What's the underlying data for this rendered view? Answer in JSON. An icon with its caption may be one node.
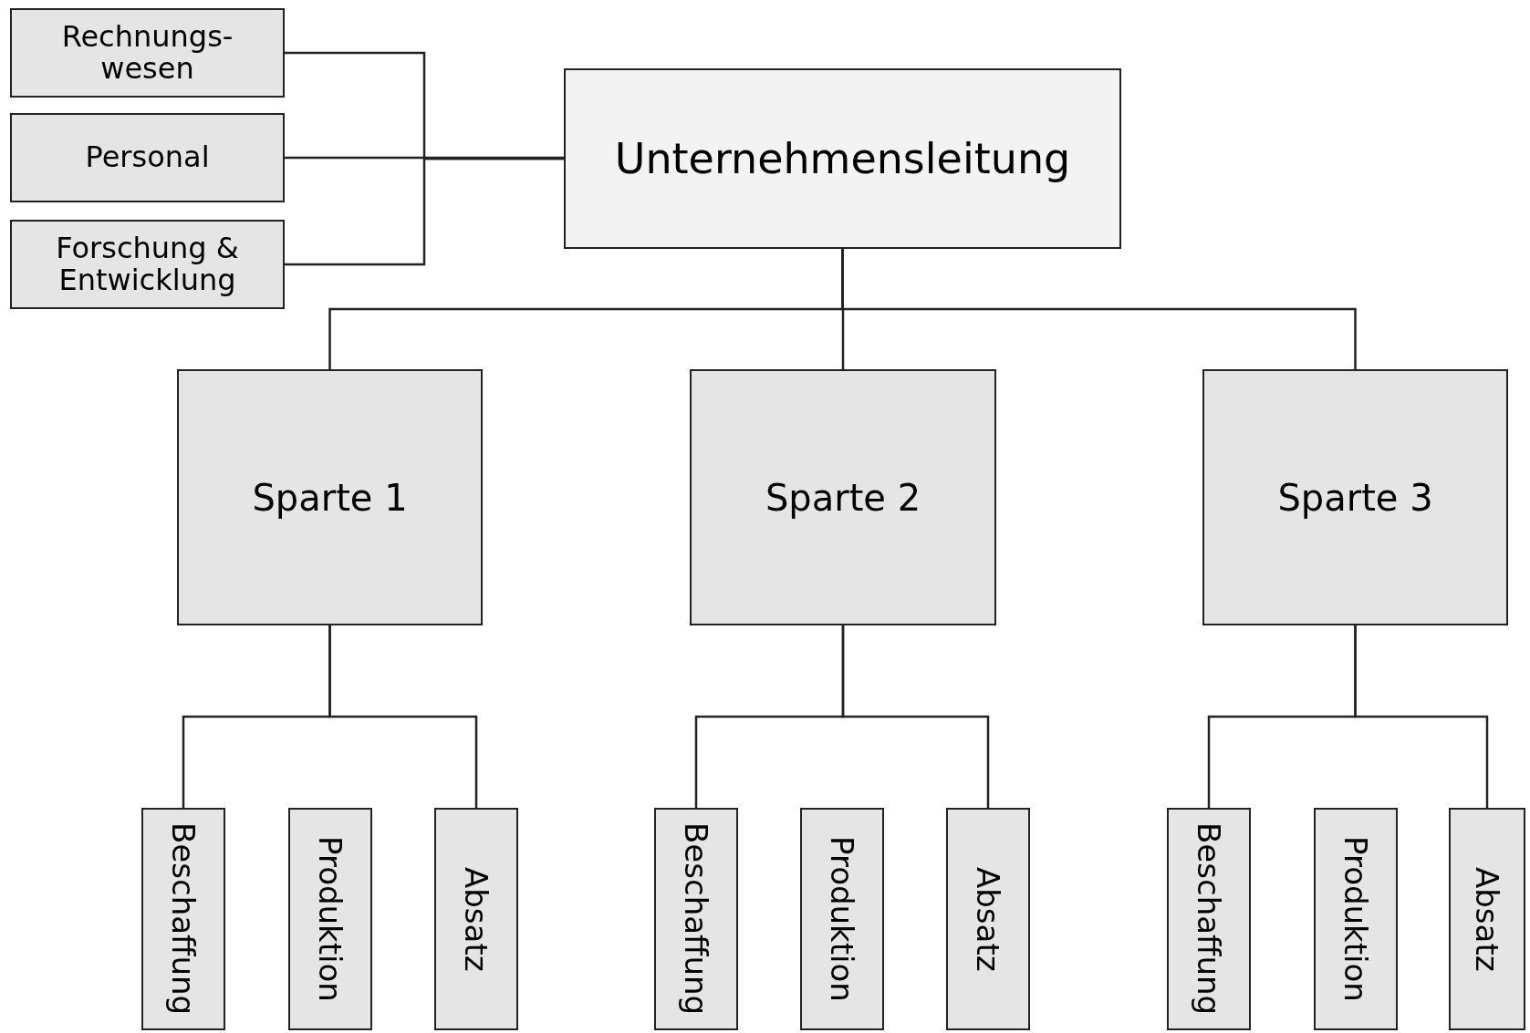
{
  "diagram": {
    "nodes": [
      {
        "text": [
          "Rechnungs- wesen"
        ]
      },
      {
        "text": [
          "Personal"
        ]
      },
      {
        "text": [
          "Forschung & Entwicklung"
        ]
      },
      {
        "text": [
          "Unternehmensleitung"
        ]
      },
      {
        "text": [
          "Sparte 1"
        ]
      },
      {
        "text": [
          "Sparte 2"
        ]
      },
      {
        "text": [
          "Sparte 3"
        ]
      },
      {
        "text": [
          "Beschaffung"
        ]
      },
      {
        "text": [
          "Produktion"
        ]
      },
      {
        "text": [
          "Absatz"
        ]
      },
      {
        "text": [
          "Beschaffung"
        ]
      },
      {
        "text": [
          "Produktion"
        ]
      },
      {
        "text": [
          "Absatz"
        ]
      },
      {
        "text": [
          "Beschaffung"
        ]
      },
      {
        "text": [
          "Produktion"
        ]
      },
      {
        "text": [
          "Absatz"
        ]
      }
    ],
    "edges": [
      {
        "from": 0,
        "to": 3,
        "arrow": "none"
      },
      {
        "from": 1,
        "to": 3,
        "arrow": "none"
      },
      {
        "from": 2,
        "to": 3,
        "arrow": "none"
      },
      {
        "from": 3,
        "to": 4,
        "arrow": "none"
      },
      {
        "from": 3,
        "to": 5,
        "arrow": "none"
      },
      {
        "from": 3,
        "to": 6,
        "arrow": "none"
      },
      {
        "from": 4,
        "to": 7,
        "arrow": "none"
      },
      {
        "from": 4,
        "to": 9,
        "arrow": "none"
      },
      {
        "from": 5,
        "to": 10,
        "arrow": "none"
      },
      {
        "from": 5,
        "to": 12,
        "arrow": "none"
      },
      {
        "from": 6,
        "to": 13,
        "arrow": "none"
      },
      {
        "from": 6,
        "to": 15,
        "arrow": "none"
      }
    ]
  }
}
